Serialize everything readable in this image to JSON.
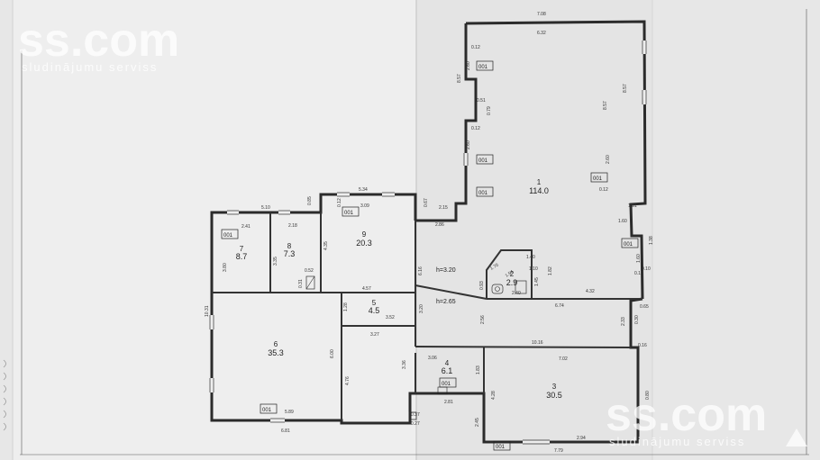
{
  "watermark": {
    "brand": "ss.com",
    "tagline": "sludinājumu serviss"
  },
  "rooms": [
    {
      "number": "1",
      "area": "114.0"
    },
    {
      "number": "2",
      "area": "2.9"
    },
    {
      "number": "3",
      "area": "30.5"
    },
    {
      "number": "4",
      "area": "6.1"
    },
    {
      "number": "5",
      "area": "4.5"
    },
    {
      "number": "6",
      "area": "35.3"
    },
    {
      "number": "7",
      "area": "8.7"
    },
    {
      "number": "8",
      "area": "7.3"
    },
    {
      "number": "9",
      "area": "20.3"
    }
  ],
  "codes": {
    "label": "001"
  },
  "heights": {
    "h1": "h=3.20",
    "h2": "h=2.65"
  },
  "dims": {
    "d708": "7.08",
    "d632": "6.32",
    "d012a": "0.12",
    "d260a": "2.60",
    "d857a": "8.57",
    "d051": "0.51",
    "d079": "0.79",
    "d012b": "0.12",
    "d260b": "2.60",
    "d857b": "8.57",
    "d857c": "8.57",
    "d260c": "2.60",
    "d012c": "0.12",
    "d161": "1.61",
    "d160": "1.60",
    "d138": "1.38",
    "d160b": "1.60",
    "d012d": "0.12",
    "d510": "5.10",
    "d085": "0.85",
    "d534": "5.34",
    "d012e": "0.12",
    "d309": "3.09",
    "d067": "0.67",
    "d215": "2.15",
    "d286": "2.86",
    "d241": "2.41",
    "d218": "2.18",
    "d435": "4.35",
    "d380": "3.80",
    "d335": "3.35",
    "d052": "0.52",
    "d031": "0.31",
    "d457": "4.57",
    "d616": "6.16",
    "d320": "3.20",
    "d010": "0.10",
    "d170": "1.70",
    "d154": "1.54",
    "d140": "1.40",
    "d110": "1.10",
    "d182": "1.82",
    "d145": "1.45",
    "d240": "2.40",
    "d093": "0.93",
    "d432": "4.32",
    "d674": "6.74",
    "d256": "2.56",
    "d233": "2.33",
    "d065": "0.65",
    "d030": "0.30",
    "d1016": "10.16",
    "d128": "1.28",
    "d352": "3.52",
    "d1031": "10.31",
    "d327": "3.27",
    "d600": "6.00",
    "d476": "4.76",
    "d336": "3.36",
    "d306": "3.06",
    "d183": "1.83",
    "d702": "7.02",
    "d428": "4.28",
    "d080": "0.80",
    "d589": "5.89",
    "d281": "2.81",
    "d037a": "0.37",
    "d027": "0.27",
    "d245": "2.45",
    "d294": "2.94",
    "d779": "7.79",
    "d681": "6.81",
    "d016": "0.16"
  }
}
